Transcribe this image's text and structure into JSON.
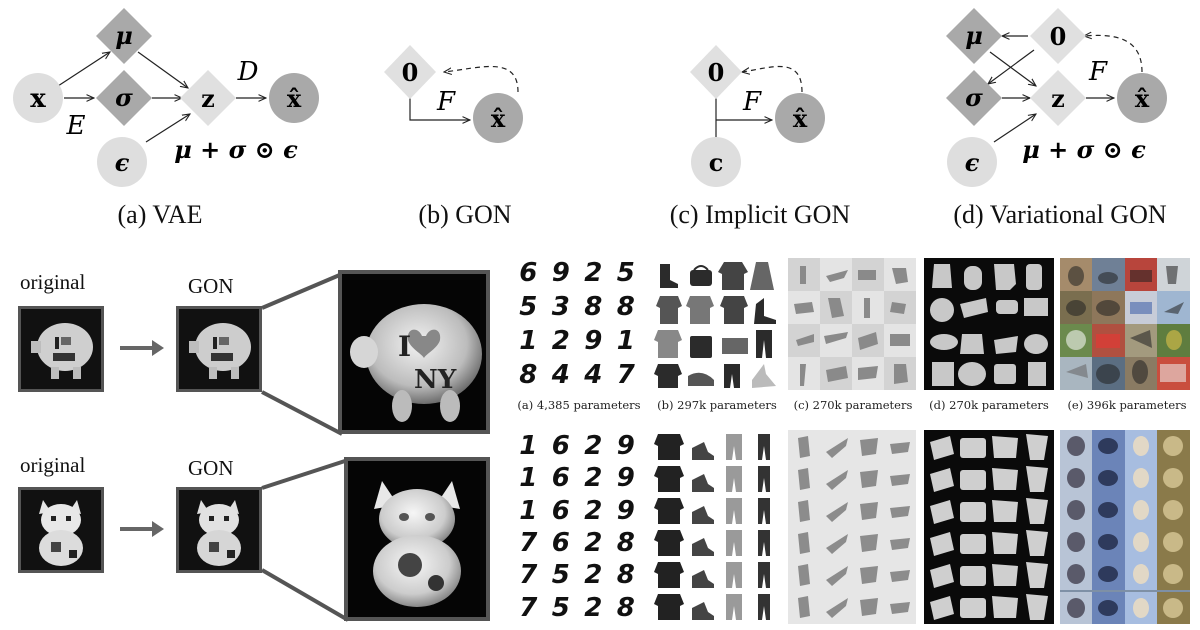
{
  "figures": {
    "vae": {
      "caption": "(a) VAE",
      "nodes": {
        "x": "x",
        "mu": "μ",
        "sigma": "σ",
        "z": "z",
        "xhat": "x̂",
        "eps": "ϵ"
      },
      "edge_labels": {
        "encoder": "E",
        "decoder": "D"
      },
      "equation": "μ + σ ⊙ ϵ"
    },
    "gon": {
      "caption": "(b) GON",
      "nodes": {
        "zero": "0",
        "xhat": "x̂"
      },
      "edge_labels": {
        "function": "F"
      }
    },
    "implicit_gon": {
      "caption": "(c) Implicit GON",
      "nodes": {
        "zero": "0",
        "xhat": "x̂",
        "c": "c"
      },
      "edge_labels": {
        "function": "F"
      }
    },
    "variational_gon": {
      "caption": "(d) Variational GON",
      "nodes": {
        "mu": "μ",
        "zero": "0",
        "sigma": "σ",
        "z": "z",
        "xhat": "x̂",
        "eps": "ϵ"
      },
      "edge_labels": {
        "function": "F"
      },
      "equation": "μ + σ ⊙ ϵ"
    }
  },
  "examples": {
    "top_original_label": "original",
    "top_gon_label": "GON",
    "bottom_original_label": "original",
    "bottom_gon_label": "GON",
    "top_zoom_text_i": "I",
    "top_zoom_text_ny": "NY"
  },
  "samples": {
    "params": [
      "(a) 4,385 parameters",
      "(b) 297k parameters",
      "(c) 270k parameters",
      "(d) 270k parameters",
      "(e) 396k parameters"
    ],
    "mnist_top": [
      "6",
      "9",
      "2",
      "5",
      "5",
      "3",
      "8",
      "8",
      "1",
      "2",
      "9",
      "1",
      "8",
      "4",
      "4",
      "7"
    ],
    "mnist_bottom": [
      "1",
      "6",
      "2",
      "9",
      "1",
      "6",
      "2",
      "9",
      "1",
      "6",
      "2",
      "9",
      "7",
      "6",
      "2",
      "8",
      "7",
      "5",
      "2",
      "8",
      "7",
      "5",
      "2",
      "8"
    ]
  },
  "colors": {
    "node_light": "#e0e0e0",
    "node_mid": "#c8c8c8",
    "node_dark": "#a6a6a6",
    "frame": "#555555"
  }
}
